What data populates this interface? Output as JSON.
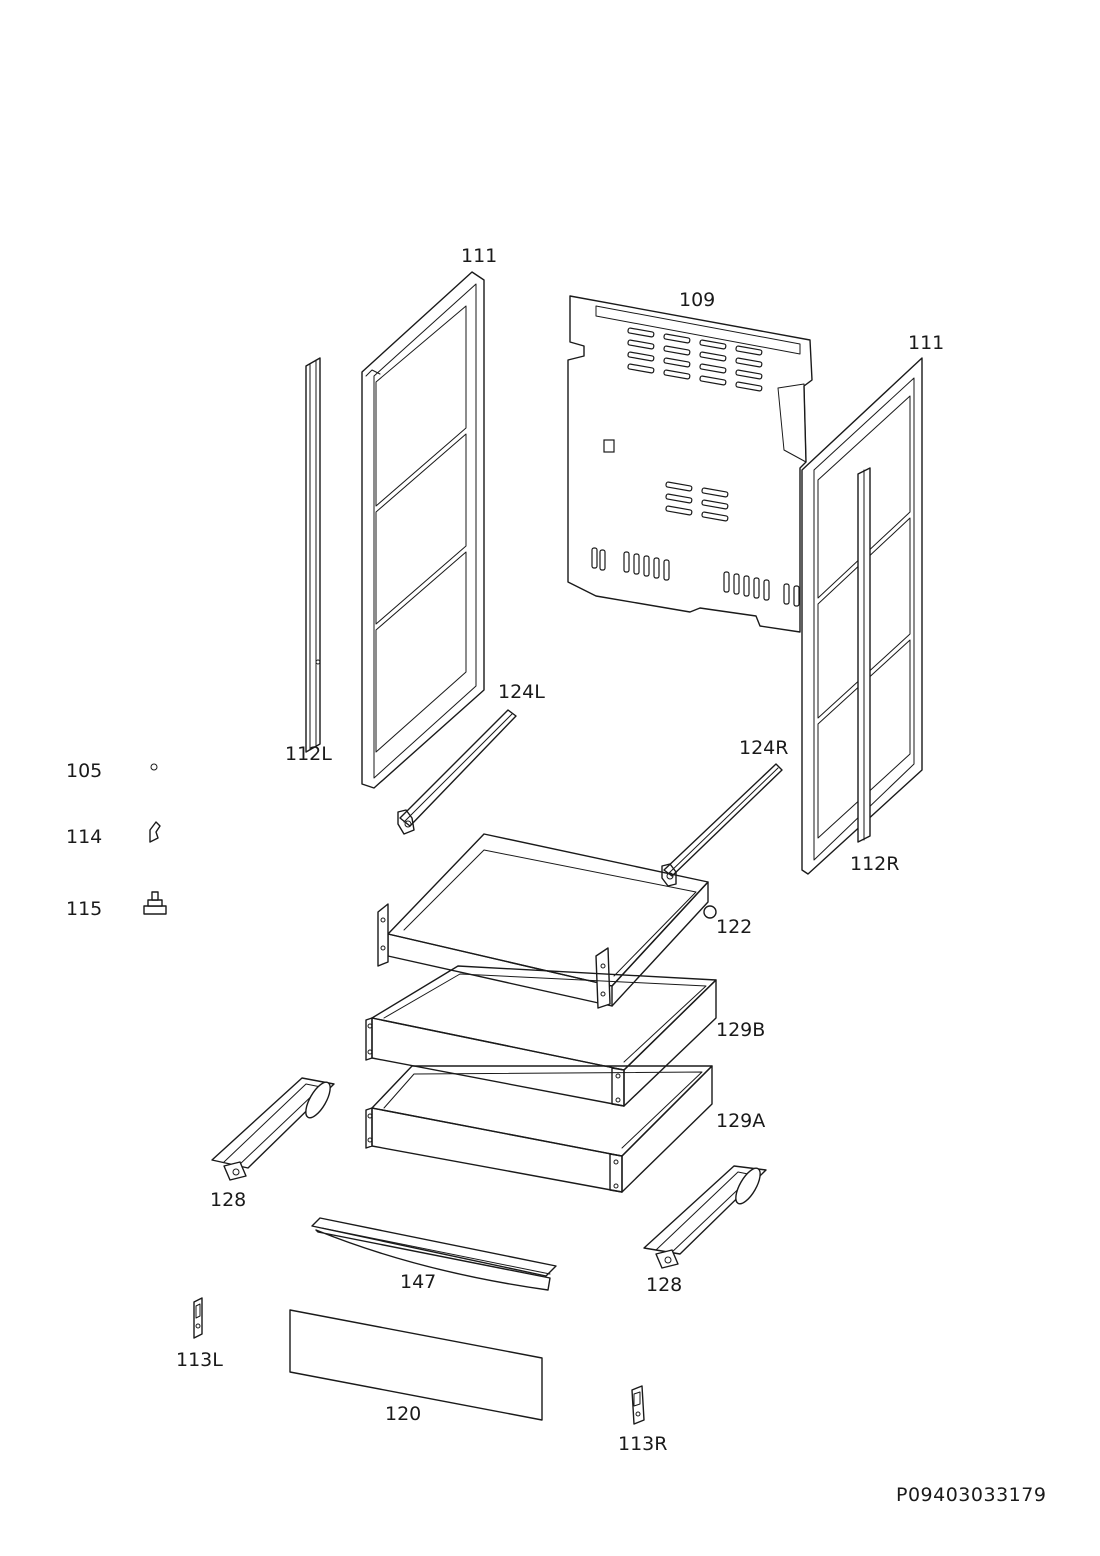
{
  "document_id": "P09403033179",
  "labels": {
    "p109": "109",
    "p111_left": "111",
    "p111_right": "111",
    "p112L": "112L",
    "p112R": "112R",
    "p124L": "124L",
    "p124R": "124R",
    "p105": "105",
    "p114": "114",
    "p115": "115",
    "p122": "122",
    "p129B": "129B",
    "p129A": "129A",
    "p128_left": "128",
    "p128_right": "128",
    "p147": "147",
    "p113L": "113L",
    "p113R": "113R",
    "p120": "120"
  }
}
